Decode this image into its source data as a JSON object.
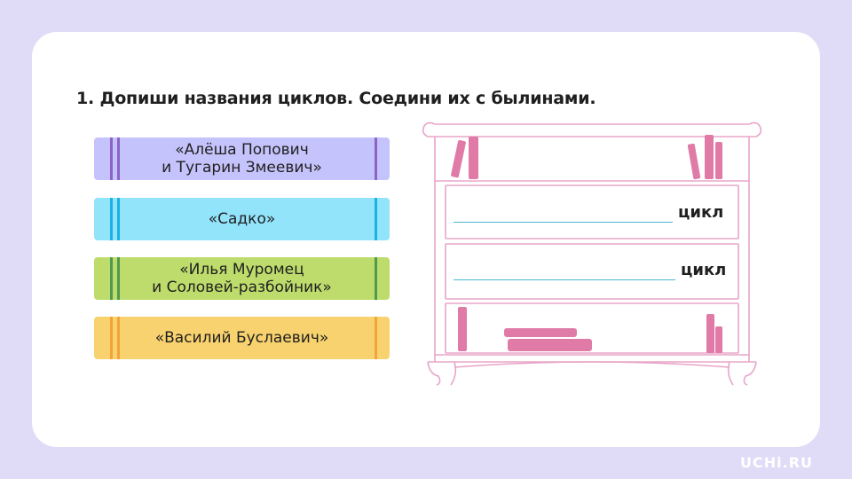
{
  "task": {
    "number": "1.",
    "text": "Допиши названия циклов. Соедини их с былинами."
  },
  "books": [
    {
      "label": "«Алёша Попович\nи Тугарин Змеевич»",
      "color": "#c5c3fb",
      "band": "#8c64c8"
    },
    {
      "label": "«Садко»",
      "color": "#92e4fb",
      "band": "#1ab2e6"
    },
    {
      "label": "«Илья Муромец\nи Соловей-разбойник»",
      "color": "#bddc6c",
      "band": "#4f9a4f"
    },
    {
      "label": "«Василий Буслаевич»",
      "color": "#f8d26e",
      "band": "#f3a33a"
    }
  ],
  "shelf": {
    "cycle_1": "цикл",
    "cycle_2": "цикл",
    "color": "#e8a5c8",
    "book_color": "#e07aa6"
  },
  "logo": "UCHi.RU"
}
